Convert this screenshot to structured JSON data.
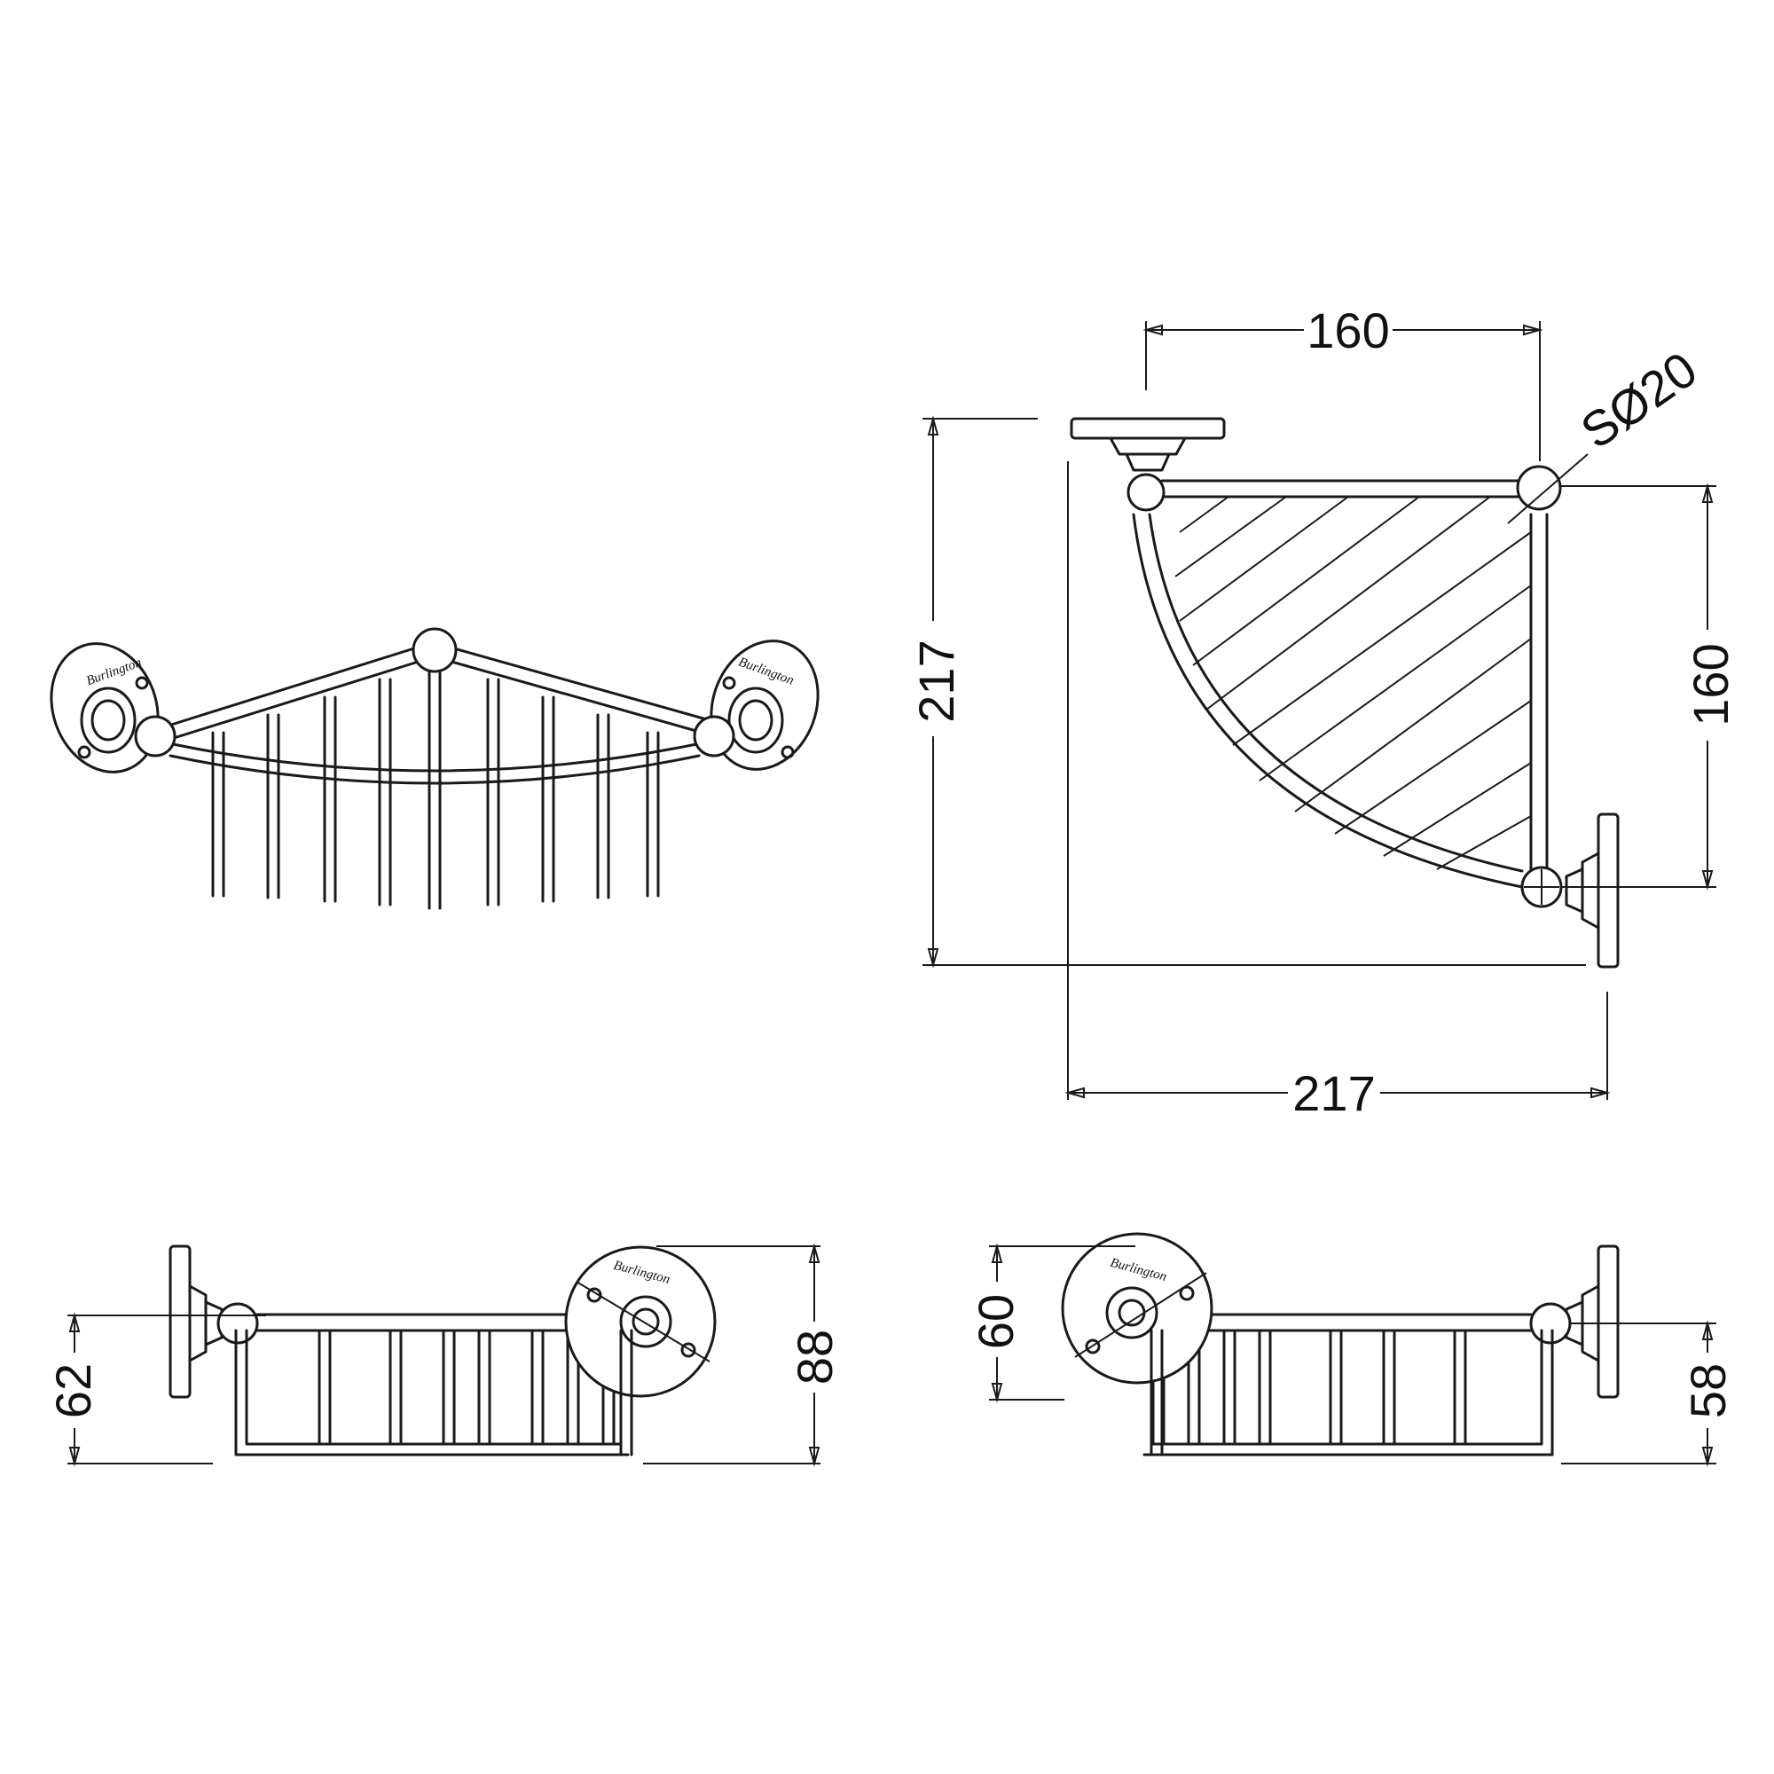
{
  "dimensions": {
    "top_width": "160",
    "sphere_diameter": "SØ20",
    "overall_height": "217",
    "right_depth": "160",
    "overall_width": "217",
    "left_view_height": "62",
    "left_view_total": "88",
    "right_view_height": "60",
    "right_view_total": "58"
  },
  "brand_mark": "Burlington"
}
